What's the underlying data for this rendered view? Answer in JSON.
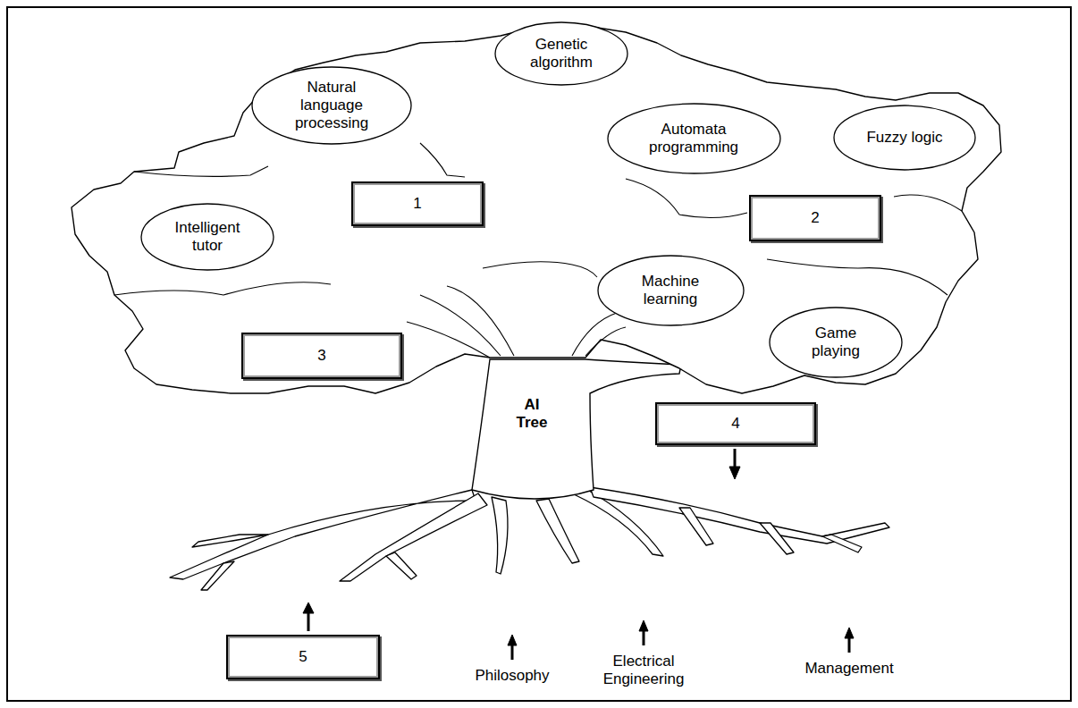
{
  "diagram": {
    "nodes": [
      {
        "text": [
          "Genetic algorithm"
        ]
      },
      {
        "text": [
          "Natural language processing"
        ]
      },
      {
        "text": [
          "Automata programming"
        ]
      },
      {
        "text": [
          "Fuzzy logic"
        ]
      },
      {
        "text": [
          "1"
        ]
      },
      {
        "text": [
          "2"
        ]
      },
      {
        "text": [
          "Intelligent tutor"
        ]
      },
      {
        "text": [
          "Machine learning"
        ]
      },
      {
        "text": [
          "3"
        ]
      },
      {
        "text": [
          "Game playing"
        ]
      },
      {
        "text": [
          "4"
        ]
      },
      {
        "text": [
          "5"
        ]
      }
    ],
    "labels": [
      "AI Tree",
      "Philosophy",
      "Electrical Engineering",
      "Management"
    ]
  }
}
